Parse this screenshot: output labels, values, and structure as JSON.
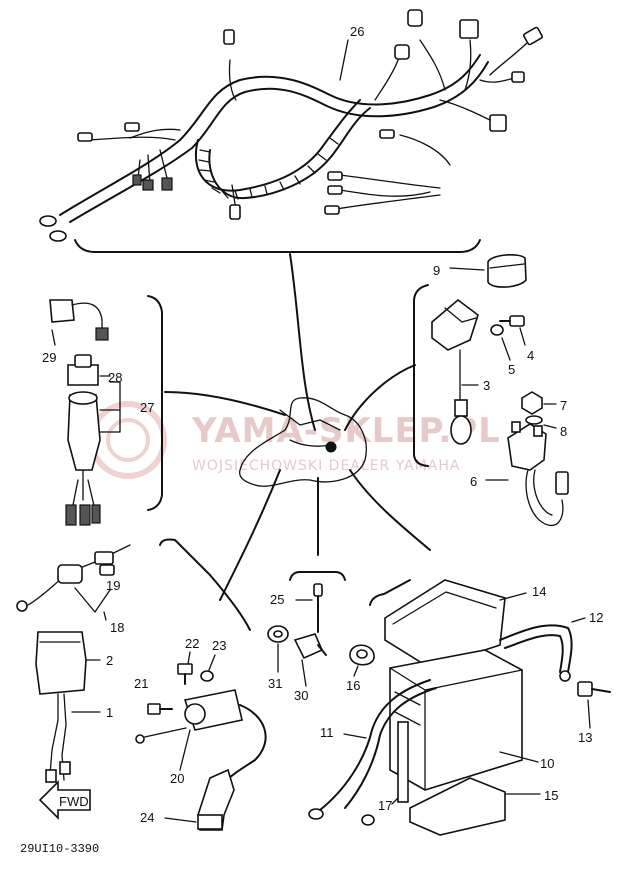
{
  "diagram": {
    "drawing_code": "29UI10-3390",
    "direction_label": "FWD",
    "watermark": {
      "brand": "YAMA-SKLEP.PL",
      "subtitle": "WOJSIECHOWSKI DEALER YAMAHA"
    },
    "callouts": [
      "1",
      "2",
      "3",
      "4",
      "5",
      "6",
      "7",
      "8",
      "9",
      "10",
      "11",
      "12",
      "13",
      "14",
      "15",
      "16",
      "17",
      "18",
      "19",
      "20",
      "21",
      "22",
      "23",
      "24",
      "25",
      "26",
      "27",
      "28",
      "29",
      "30",
      "31"
    ]
  }
}
